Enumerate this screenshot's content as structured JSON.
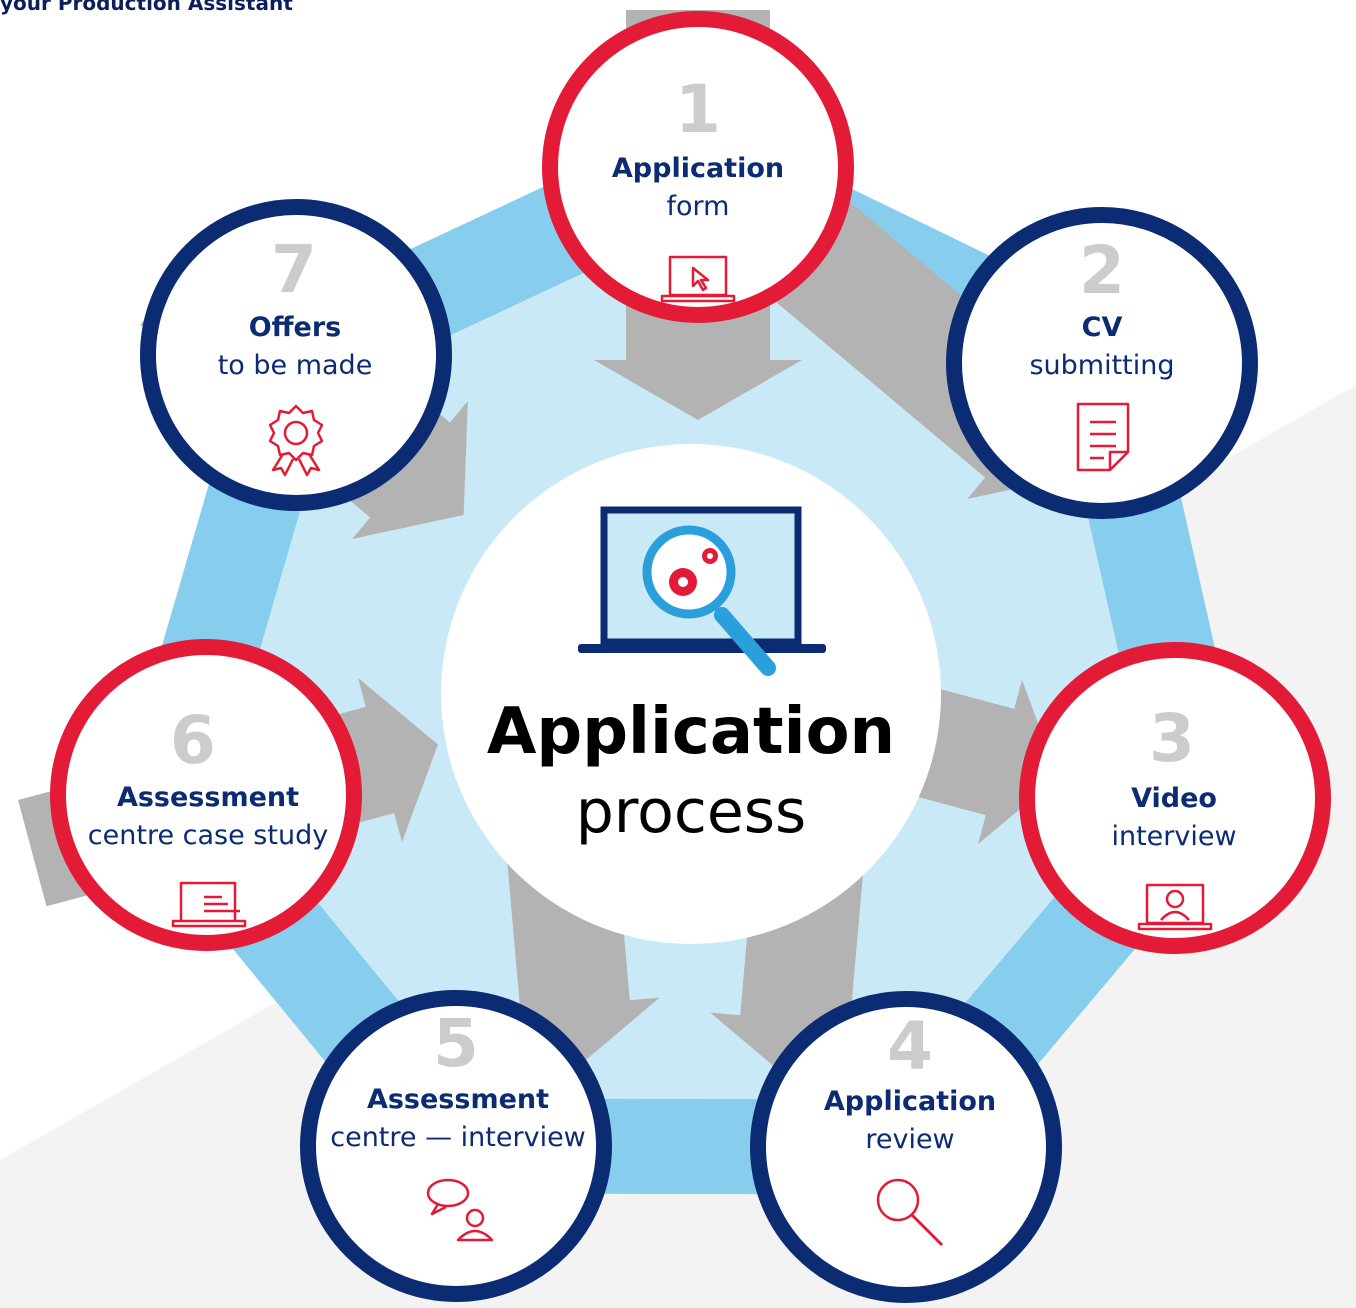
{
  "top_caption": "your Production Assistant",
  "center": {
    "title": "Application",
    "subtitle": "process"
  },
  "steps": [
    {
      "number": "1",
      "bold": "Application",
      "text": "form",
      "icon": "laptop-cursor-icon",
      "ring": "red"
    },
    {
      "number": "2",
      "bold": "CV",
      "text": "submitting",
      "icon": "document-icon",
      "ring": "navy"
    },
    {
      "number": "3",
      "bold": "Video",
      "text": "interview",
      "icon": "video-call-icon",
      "ring": "red"
    },
    {
      "number": "4",
      "bold": "Application",
      "text": "review",
      "icon": "magnifier-icon",
      "ring": "navy"
    },
    {
      "number": "5",
      "bold": "Assessment",
      "text": "centre — interview",
      "icon": "speech-person-icon",
      "ring": "navy"
    },
    {
      "number": "6",
      "bold": "Assessment",
      "text": "centre case study",
      "icon": "laptop-document-icon",
      "ring": "red"
    },
    {
      "number": "7",
      "bold": "Offers",
      "text": "to be made",
      "icon": "award-ribbon-icon",
      "ring": "navy"
    }
  ],
  "colors": {
    "red": "#e31b37",
    "navy": "#0b2c72",
    "ring_blue": "#87cdee",
    "inner_blue": "#c9e9f7",
    "arrow_gray": "#b3b3b3",
    "number_gray": "#cccccc"
  }
}
